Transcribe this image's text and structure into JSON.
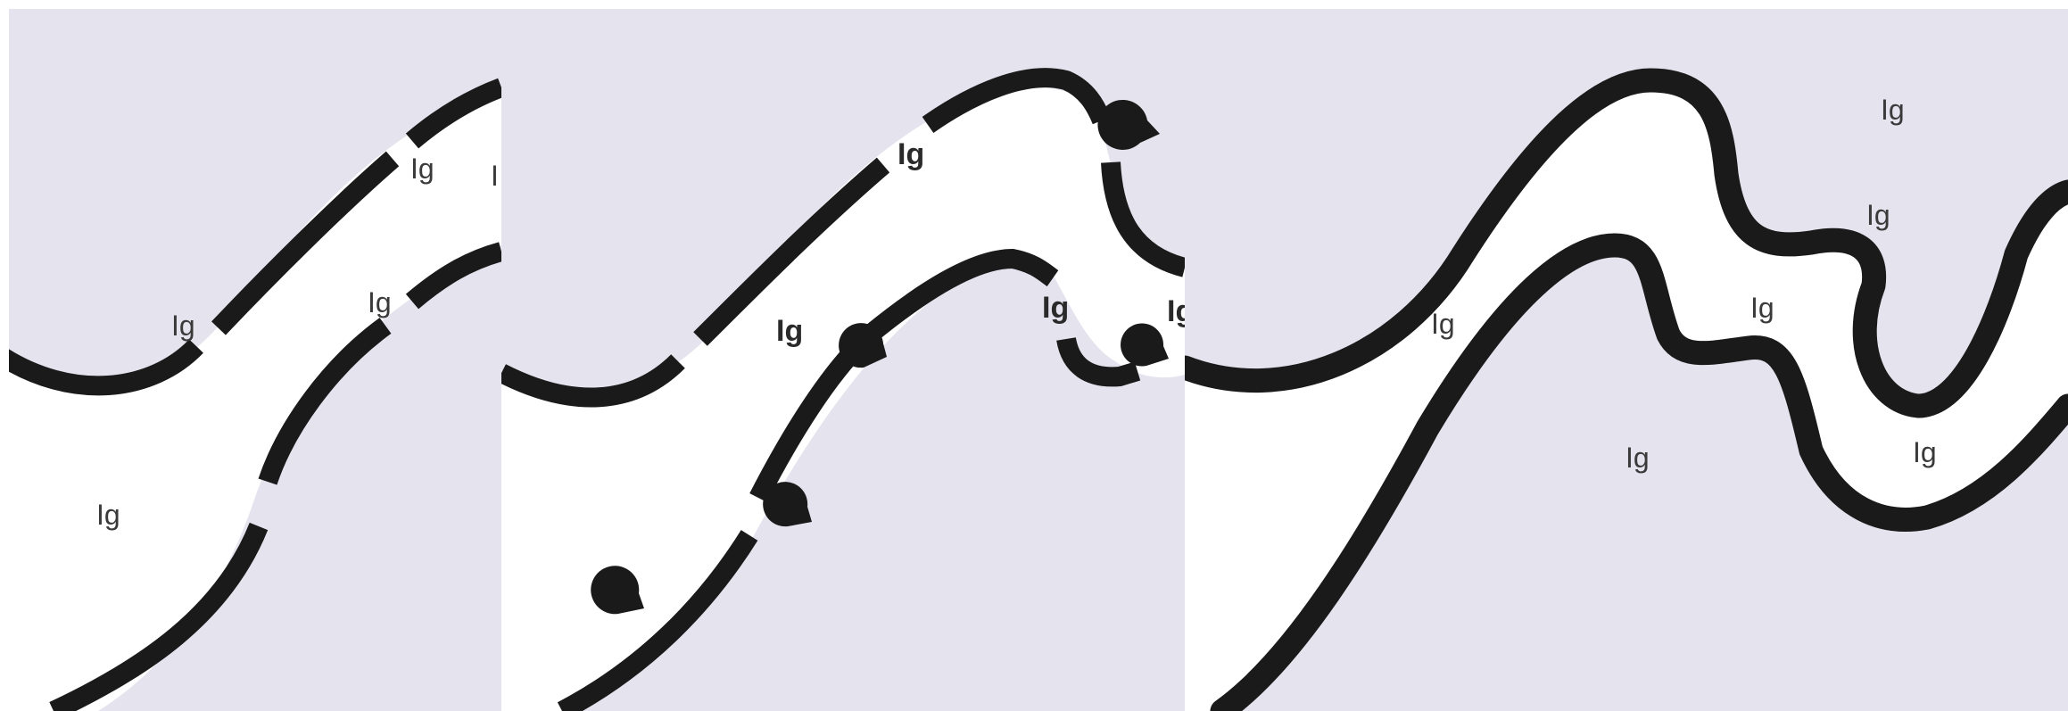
{
  "panels": [
    {
      "name": "left",
      "labels": [
        "Ig",
        "Ig",
        "Ig",
        "Ig",
        "I"
      ]
    },
    {
      "name": "middle",
      "labels": [
        "Ig",
        "Ig",
        "Ig",
        "Ig"
      ]
    },
    {
      "name": "right",
      "labels": [
        "Ig",
        "Ig",
        "Ig",
        "Ig",
        "Ig",
        "Ig"
      ]
    }
  ],
  "colors": {
    "background": "#e4e3ee",
    "channel": "#ffffff",
    "wall": "#1a1a1a"
  }
}
